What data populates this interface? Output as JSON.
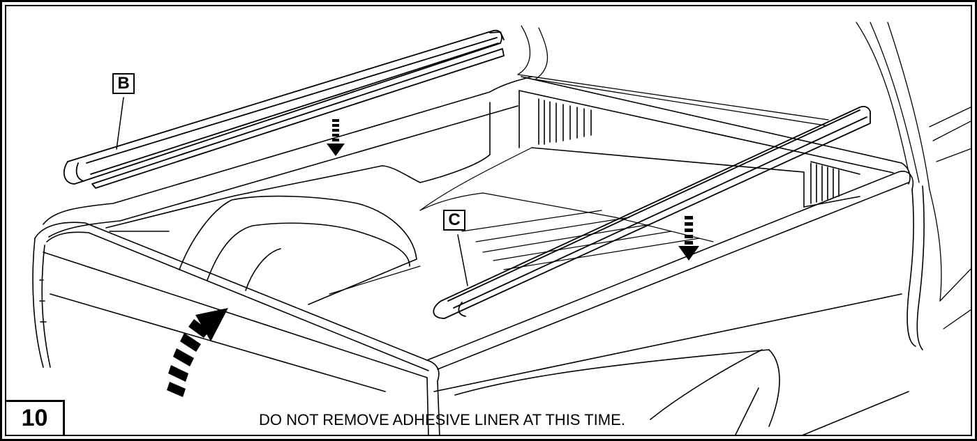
{
  "step_number": "10",
  "caption": "DO NOT REMOVE ADHESIVE LINER AT THIS TIME.",
  "labels": {
    "rail_left": "B",
    "rail_right": "C"
  },
  "colors": {
    "line": "#000000",
    "background": "#ffffff"
  }
}
